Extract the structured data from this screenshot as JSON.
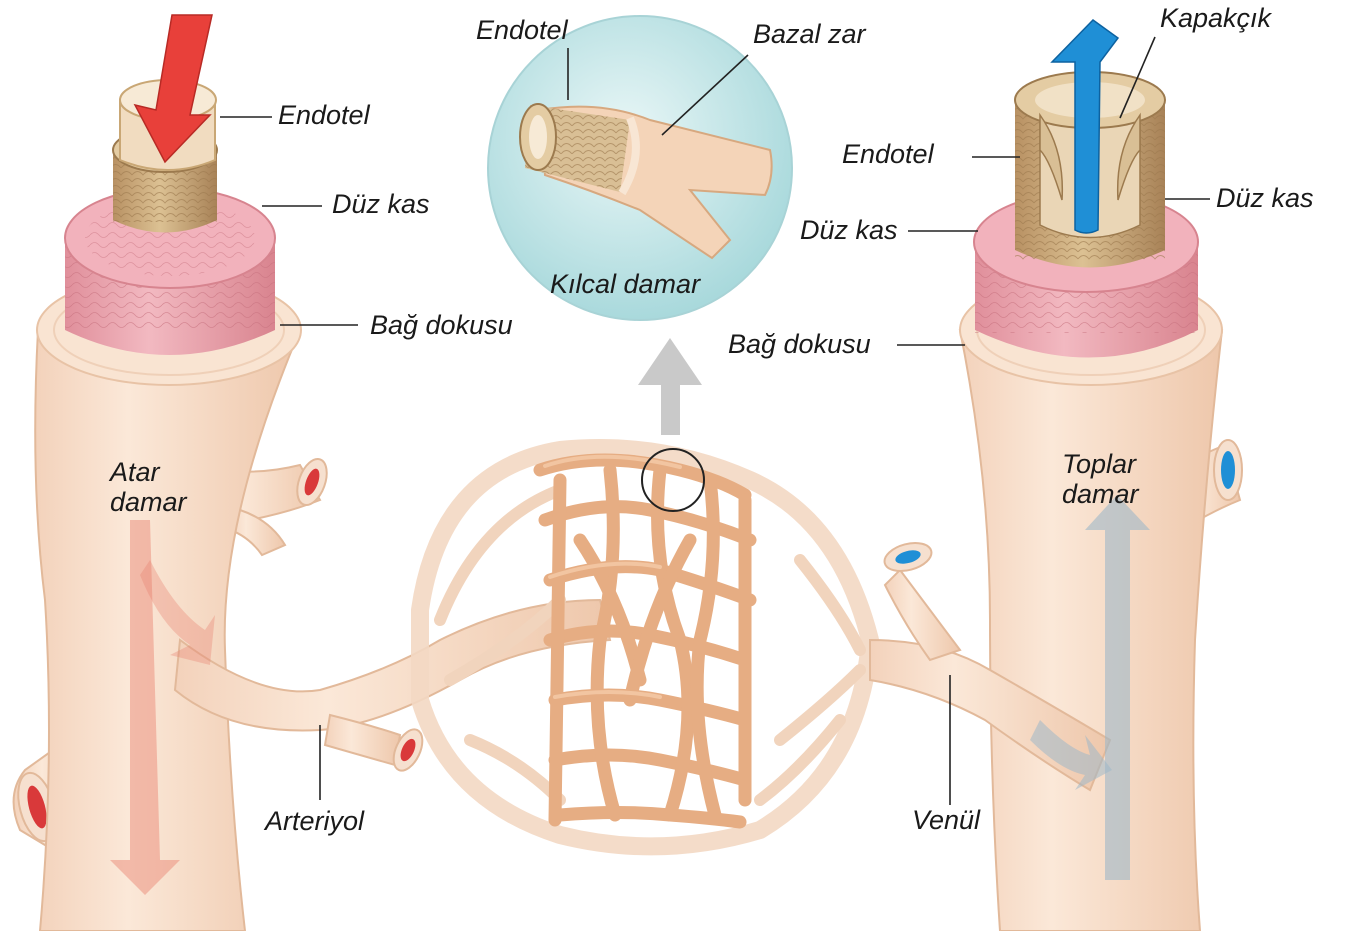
{
  "colors": {
    "artery_flow": "#e8403a",
    "vein_flow": "#1f8fd6",
    "vessel_wall": "#f7dcc6",
    "smooth_muscle": "#e9a3ad",
    "endothelium": "#c9a775",
    "capillary": "#e9b388",
    "zoom_bg": "#bfe3e6"
  },
  "artery": {
    "endotel": "Endotel",
    "duz_kas": "Düz kas",
    "bag_dokusu": "Bağ dokusu",
    "name": "Atar\ndamar",
    "arteriyol": "Arteriyol"
  },
  "capillary_zoom": {
    "endotel": "Endotel",
    "bazal_zar": "Bazal zar",
    "name": "Kılcal damar"
  },
  "vein": {
    "kapakcik": "Kapakçık",
    "endotel": "Endotel",
    "duz_kas_right": "Düz kas",
    "duz_kas_left": "Düz kas",
    "bag_dokusu": "Bağ dokusu",
    "name": "Toplar\ndamar",
    "venul": "Venül"
  },
  "icons": [
    "artery-flow-arrow",
    "vein-flow-arrow",
    "zoom-arrow"
  ]
}
